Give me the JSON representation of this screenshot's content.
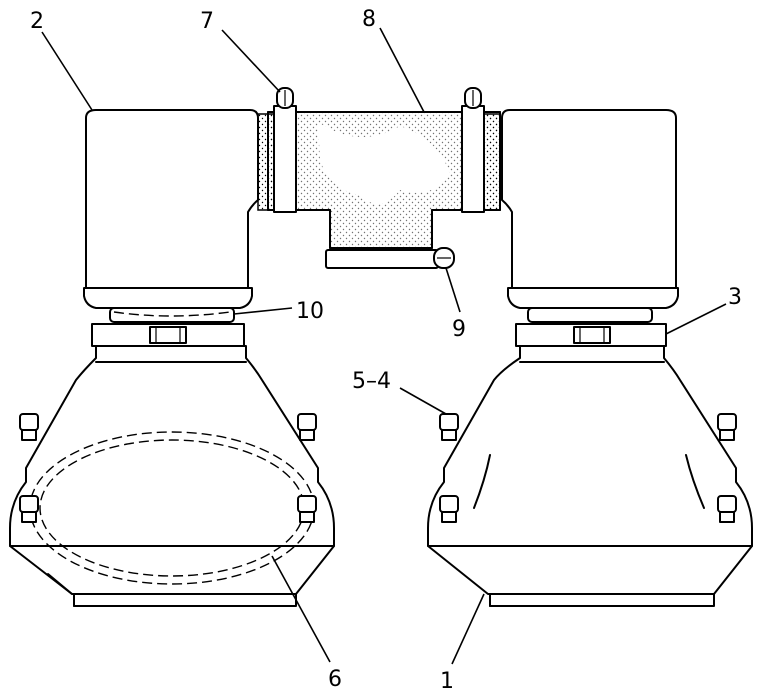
{
  "callouts": {
    "c1": "1",
    "c2": "2",
    "c3": "3",
    "c54": "5–4",
    "c6": "6",
    "c7": "7",
    "c8": "8",
    "c9": "9",
    "c10": "10"
  },
  "colors": {
    "line": "#000000",
    "background": "#ffffff",
    "stipple": "#000000"
  }
}
